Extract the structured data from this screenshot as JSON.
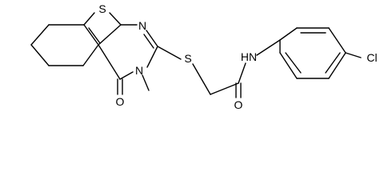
{
  "labels": {
    "thiophene_s": "S",
    "ring_n_top": "N",
    "thioether_s": "S",
    "ring_n_methyl": "N",
    "amide_nh": "HN",
    "carbonyl_o_ring": "O",
    "carbonyl_o_amide": "O",
    "chlorine": "Cl"
  }
}
